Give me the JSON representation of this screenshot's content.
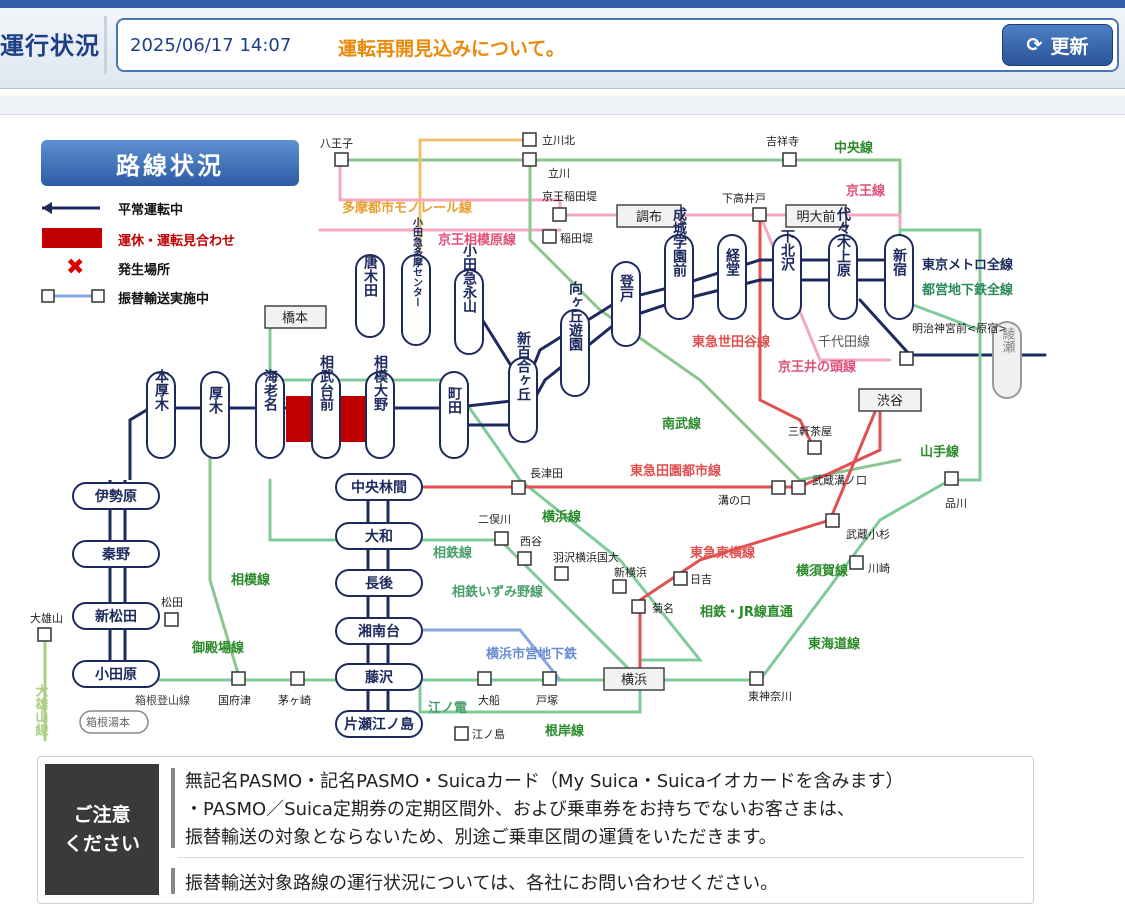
{
  "header": {
    "title": "運行状況",
    "datetime": "2025/06/17 14:07",
    "message": "運転再開見込みについて。",
    "refresh_label": "更新"
  },
  "legend": {
    "title": "路線状況",
    "items": [
      {
        "label": "平常運転中",
        "color": "#111"
      },
      {
        "label": "運休・運転見合わせ",
        "color": "#c00000"
      },
      {
        "label": "発生場所",
        "color": "#111"
      },
      {
        "label": "振替輸送実施中",
        "color": "#111"
      }
    ]
  },
  "map": {
    "stations": {
      "hachioji": "八王子",
      "tachikawakita": "立川北",
      "tachikawa": "立川",
      "kichijoji": "吉祥寺",
      "keioinadazutsumi": "京王稲田堤",
      "inadazutsumi": "稲田堤",
      "chofu": "調布",
      "shimotakaido": "下高井戸",
      "meidaimae": "明大前",
      "hashimoto": "橋本",
      "karakida": "唐木田",
      "odakyutama": "小田急多摩センター",
      "odakyunagayama": "小田急永山",
      "shinyurigaoka": "新百合ヶ丘",
      "mukogaoka": "向ヶ丘遊園",
      "noborito": "登戸",
      "seijo": "成城学園前",
      "kyodo": "経堂",
      "shimokitazawa": "下北沢",
      "yoyogiuehara": "代々木上原",
      "shinjuku": "新宿",
      "meijijingumae": "明治神宮前<原宿>",
      "ayase": "綾瀬",
      "shibuya": "渋谷",
      "sangenjaya": "三軒茶屋",
      "honatsugi": "本厚木",
      "atsugi": "厚木",
      "ebina": "海老名",
      "sagamidaimae": "相武台前",
      "sagamiono": "相模大野",
      "machida": "町田",
      "nagatsuta": "長津田",
      "mizonokuchi": "溝の口",
      "musashimizonokuchi": "武蔵溝ノ口",
      "shinagawa": "品川",
      "isehara": "伊勢原",
      "chuorinkan": "中央林間",
      "futamatagawa": "二俣川",
      "nishiya": "西谷",
      "hazawa": "羽沢横浜国大",
      "shinyokohama": "新横浜",
      "hiyoshi": "日吉",
      "kikuna": "菊名",
      "musashikosugi": "武蔵小杉",
      "kawasaki": "川崎",
      "hadano": "秦野",
      "yamato": "大和",
      "nagago": "長後",
      "shinmatsuda": "新松田",
      "matsuda": "松田",
      "daiyuzan": "大雄山",
      "shonandai": "湘南台",
      "odawara": "小田原",
      "fujisawa": "藤沢",
      "ofuna": "大船",
      "totsuka": "戸塚",
      "yokohama": "横浜",
      "higashikanagawa": "東神奈川",
      "hakoneyumoto": "箱根湯本",
      "kozu": "国府津",
      "chigasaki": "茅ヶ崎",
      "katasenoshima": "片瀬江ノ島",
      "enoshima": "江ノ島"
    },
    "lines": {
      "chuo": "中央線",
      "keio": "京王線",
      "tama_monorail": "多摩都市モノレール線",
      "keio_sagamihara": "京王相模原線",
      "metro": "東京メトロ全線",
      "toei": "都営地下鉄全線",
      "denentoshi_setagaya": "東急世田谷線",
      "chiyoda": "千代田線",
      "inokashira": "京王井の頭線",
      "nambu": "南武線",
      "denentoshi": "東急田園都市線",
      "yamanote": "山手線",
      "yokohama": "横浜線",
      "toyoko": "東急東横線",
      "sotetsu": "相鉄線",
      "izumino": "相鉄いずみ野線",
      "yokosuka": "横須賀線",
      "sagami": "相模線",
      "sotetsu_jr": "相鉄・JR線直通",
      "gotemba": "御殿場線",
      "tokaido": "東海道線",
      "blue": "横浜市営地下鉄",
      "hakone": "箱根登山線",
      "enoden": "江ノ電",
      "negishi": "根岸線",
      "daiyuzan": "大雄山線"
    }
  },
  "notice": {
    "badge_line1": "ご注意",
    "badge_line2": "ください",
    "line1": "無記名PASMO・記名PASMO・Suicaカード（My Suica・Suicaイオカードを含みます）",
    "line2": "・PASMO／Suica定期券の定期区間外、および乗車券をお持ちでないお客さまは、",
    "line3": "振替輸送の対象とならないため、別途ご乗車区間の運賃をいただきます。",
    "line4": "振替輸送対象路線の運行状況については、各社にお問い合わせください。"
  }
}
